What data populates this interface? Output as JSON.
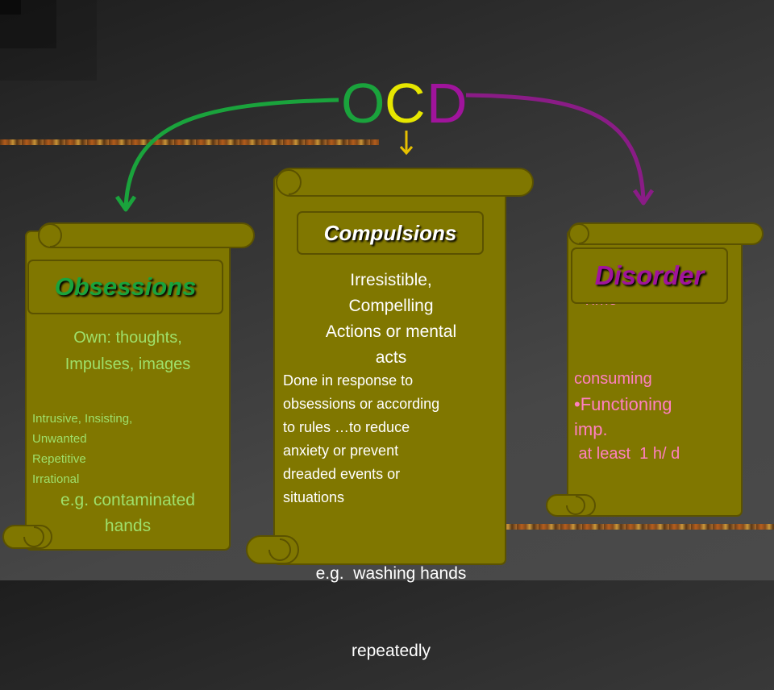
{
  "colors": {
    "o": "#1aa33c",
    "c": "#e6e600",
    "d": "#a0149c",
    "scroll_fill": "#807700",
    "scroll_edge": "#5b5200",
    "obsessions_text": "#9fe06a",
    "compulsions_text": "#ffffff",
    "disorder_text": "#ff80c0"
  },
  "title": {
    "o": "O",
    "c": "C",
    "d": "D"
  },
  "obsessions": {
    "heading": "Obsessions",
    "lines": [
      "Own: thoughts,",
      "Impulses, images"
    ],
    "features": [
      "Intrusive, Insisting,",
      "Unwanted",
      "Repetitive",
      "Irrational"
    ],
    "example": [
      "e.g. contaminated",
      "hands"
    ]
  },
  "compulsions": {
    "heading": "Compulsions",
    "lines": [
      "Irresistible,",
      "Compelling",
      "Actions or mental",
      "acts"
    ],
    "detail": [
      "Done in response to",
      "obsessions or according",
      "to rules …to reduce",
      "anxiety or prevent",
      "dreaded events or",
      "situations"
    ],
    "example": [
      "e.g.  washing hands",
      "repeatedly"
    ]
  },
  "disorder": {
    "heading": "Disorder",
    "hidden_line": "Time",
    "lines": [
      "consuming",
      " at least  1 h/ d"
    ],
    "bullet": [
      "•Functioning",
      "imp."
    ]
  }
}
